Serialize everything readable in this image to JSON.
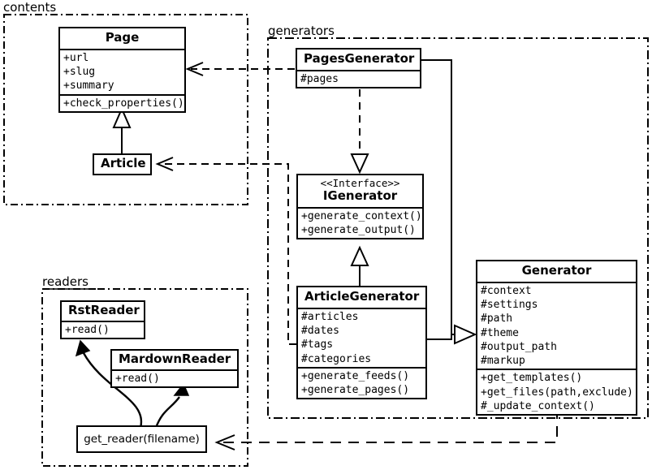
{
  "diagram": {
    "title": "UML class diagram",
    "stroke_color": "#000000",
    "background_color": "#ffffff"
  },
  "packages": [
    {
      "id": "contents",
      "label": "contents"
    },
    {
      "id": "generators",
      "label": "generators"
    },
    {
      "id": "readers",
      "label": "readers"
    }
  ],
  "classes": {
    "page": {
      "name": "Page",
      "attributes": [
        "+url",
        "+slug",
        "+summary"
      ],
      "methods": [
        "+check_properties()"
      ]
    },
    "article": {
      "name": "Article",
      "attributes": [],
      "methods": []
    },
    "pages_generator": {
      "name": "PagesGenerator",
      "attributes": [
        "#pages"
      ],
      "methods": []
    },
    "igenerator": {
      "stereotype": "<<Interface>>",
      "name": "IGenerator",
      "attributes": [],
      "methods": [
        "+generate_context()",
        "+generate_output()"
      ]
    },
    "article_generator": {
      "name": "ArticleGenerator",
      "attributes": [
        "#articles",
        "#dates",
        "#tags",
        "#categories"
      ],
      "methods": [
        "+generate_feeds()",
        "+generate_pages()"
      ]
    },
    "generator": {
      "name": "Generator",
      "attributes": [
        "#context",
        "#settings",
        "#path",
        "#theme",
        "#output_path",
        "#markup"
      ],
      "methods": [
        "+get_templates()",
        "+get_files(path,exclude)",
        "#_update_context()"
      ]
    },
    "rst_reader": {
      "name": "RstReader",
      "attributes": [],
      "methods": [
        "+read()"
      ]
    },
    "mardown_reader": {
      "name": "MardownReader",
      "attributes": [],
      "methods": [
        "+read()"
      ]
    },
    "get_reader": {
      "name": "get_reader(filename)"
    }
  },
  "relationships": [
    {
      "from": "PagesGenerator",
      "to": "Page",
      "type": "dependency"
    },
    {
      "from": "ArticleGenerator",
      "to": "Article",
      "type": "dependency"
    },
    {
      "from": "Article",
      "to": "Page",
      "type": "generalization"
    },
    {
      "from": "PagesGenerator",
      "to": "IGenerator",
      "type": "realization"
    },
    {
      "from": "ArticleGenerator",
      "to": "IGenerator",
      "type": "generalization"
    },
    {
      "from": "PagesGenerator",
      "to": "Generator",
      "type": "generalization"
    },
    {
      "from": "ArticleGenerator",
      "to": "Generator",
      "type": "generalization"
    },
    {
      "from": "Generator",
      "to": "get_reader",
      "type": "dependency"
    },
    {
      "from": "get_reader",
      "to": "RstReader",
      "type": "call"
    },
    {
      "from": "get_reader",
      "to": "MardownReader",
      "type": "call"
    }
  ]
}
